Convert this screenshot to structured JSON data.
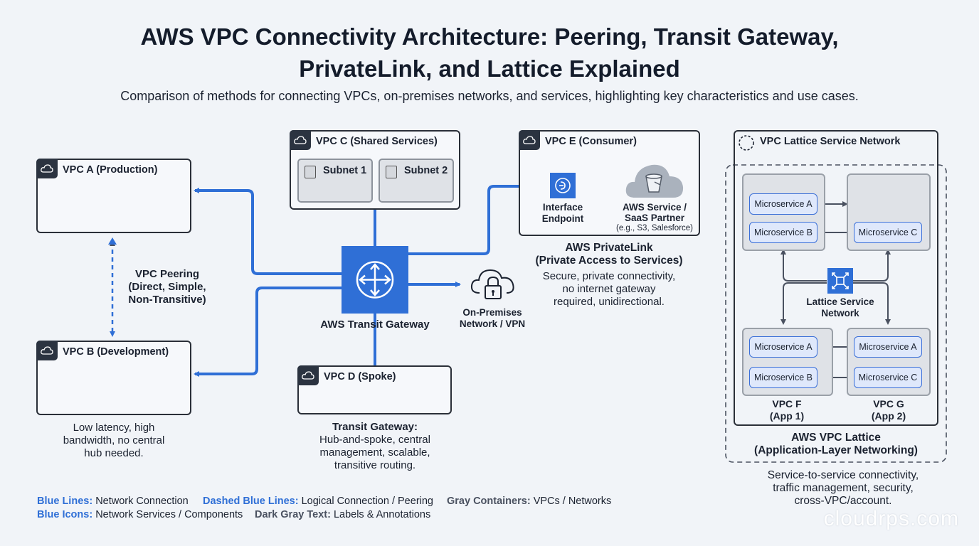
{
  "header": {
    "title_line1": "AWS VPC Connectivity Architecture: Peering, Transit Gateway,",
    "title_line2": "PrivateLink, and Lattice Explained",
    "subtitle": "Comparison of methods for connecting VPCs, on-premises networks, and services, highlighting key characteristics and use cases."
  },
  "vpcs": {
    "a": "VPC A (Production)",
    "b": "VPC B (Development)",
    "c": "VPC C (Shared Services)",
    "d": "VPC D (Spoke)",
    "e": "VPC E (Consumer)",
    "lattice": "VPC Lattice Service Network"
  },
  "subnets": [
    "Subnet 1",
    "Subnet 2"
  ],
  "peering": {
    "label_1": "VPC Peering",
    "label_2": "(Direct, Simple,",
    "label_3": "Non-Transitive)",
    "note_1": "Low latency, high",
    "note_2": "bandwidth, no central",
    "note_3": "hub needed."
  },
  "transit": {
    "label": "AWS Transit Gateway",
    "note_title": "Transit Gateway:",
    "note_1": "Hub-and-spoke, central",
    "note_2": "management, scalable,",
    "note_3": "transitive routing."
  },
  "onprem": {
    "label_1": "On-Premises",
    "label_2": "Network / VPN"
  },
  "privatelink": {
    "endpoint_1": "Interface",
    "endpoint_2": "Endpoint",
    "service_1": "AWS Service /",
    "service_2": "SaaS Partner",
    "service_3": "(e.g., S3, Salesforce)",
    "title_1": "AWS PrivateLink",
    "title_2": "(Private Access to Services)",
    "note_1": "Secure, private connectivity,",
    "note_2": "no internet gateway",
    "note_3": "required, unidirectional."
  },
  "lattice": {
    "hub_1": "Lattice Service",
    "hub_2": "Network",
    "top_left": [
      "Microservice A",
      "Microservice B"
    ],
    "top_right": [
      "Microservice C"
    ],
    "vpc_f": [
      "Microservice A",
      "Microservice B"
    ],
    "vpc_g": [
      "Microservice A",
      "Microservice C"
    ],
    "vpc_f_label_1": "VPC F",
    "vpc_f_label_2": "(App 1)",
    "vpc_g_label_1": "VPC G",
    "vpc_g_label_2": "(App 2)",
    "title_1": "AWS VPC Lattice",
    "title_2": "(Application-Layer Networking)",
    "note_1": "Service-to-service connectivity,",
    "note_2": "traffic management, security,",
    "note_3": "cross-VPC/account."
  },
  "legend": {
    "k1": "Blue Lines:",
    "v1": "Network Connection",
    "k2": "Dashed Blue Lines:",
    "v2": "Logical Connection / Peering",
    "k3": "Gray Containers:",
    "v3": "VPCs / Networks",
    "k4": "Blue Icons:",
    "v4": "Network Services / Components",
    "k5": "Dark Gray Text:",
    "v5": "Labels & Annotations"
  },
  "watermark": "cloudrps.com",
  "colors": {
    "accent": "#2f6fd6",
    "dark": "#2b3340",
    "container": "#dfe2e7",
    "background": "#f1f4f8"
  }
}
